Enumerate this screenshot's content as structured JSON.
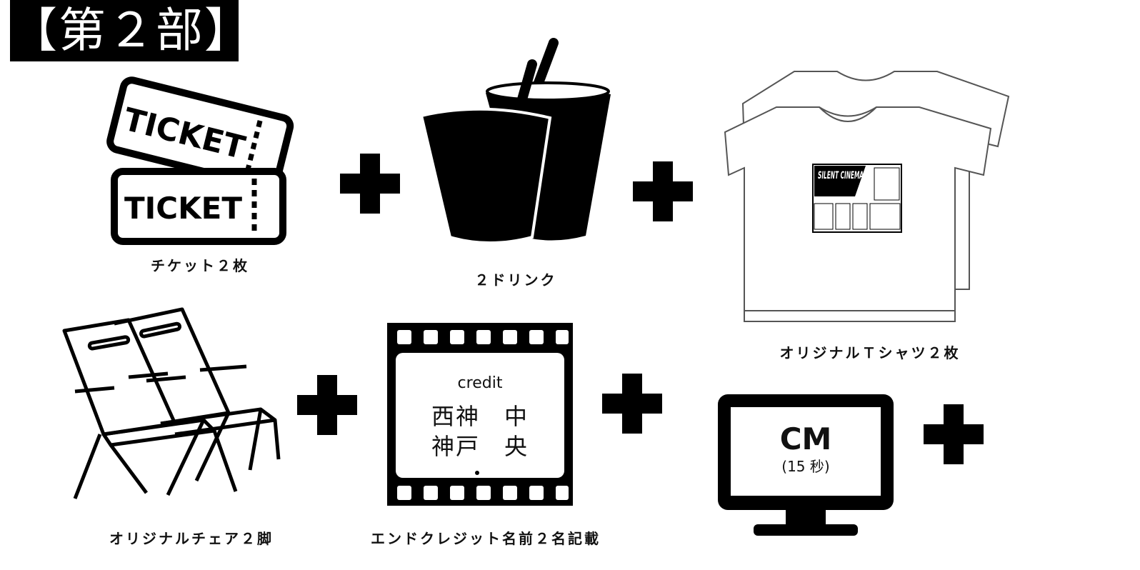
{
  "title": "【第２部】",
  "items": [
    {
      "caption": "チケット２枚",
      "icon": "ticket-icon",
      "ticket_text": "TICKET"
    },
    {
      "caption": "２ドリンク",
      "icon": "drink-cups-icon"
    },
    {
      "caption": "オリジナルＴシャツ２枚",
      "icon": "tshirt-icon",
      "print_text": "SILENT CINEMA"
    },
    {
      "caption": "オリジナルチェア２脚",
      "icon": "chair-icon"
    },
    {
      "caption": "エンドクレジット名前２名記載",
      "icon": "film-strip-icon",
      "credit_label": "credit",
      "credit_line1": "西神　中",
      "credit_line2": "神戸　央"
    },
    {
      "caption": "",
      "icon": "monitor-icon",
      "screen_main": "CM",
      "screen_sub": "(15 秒)"
    }
  ],
  "plus_icon": "plus-icon",
  "colors": {
    "ink": "#000000",
    "background": "#ffffff"
  }
}
